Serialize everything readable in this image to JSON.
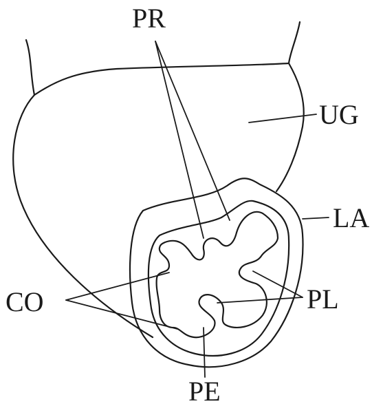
{
  "labels": {
    "pr": "PR",
    "ug": "UG",
    "la": "LA",
    "co": "CO",
    "pl": "PL",
    "pe": "PE"
  },
  "colors": {
    "ink": "#1a1a1a",
    "background": "#ffffff"
  }
}
